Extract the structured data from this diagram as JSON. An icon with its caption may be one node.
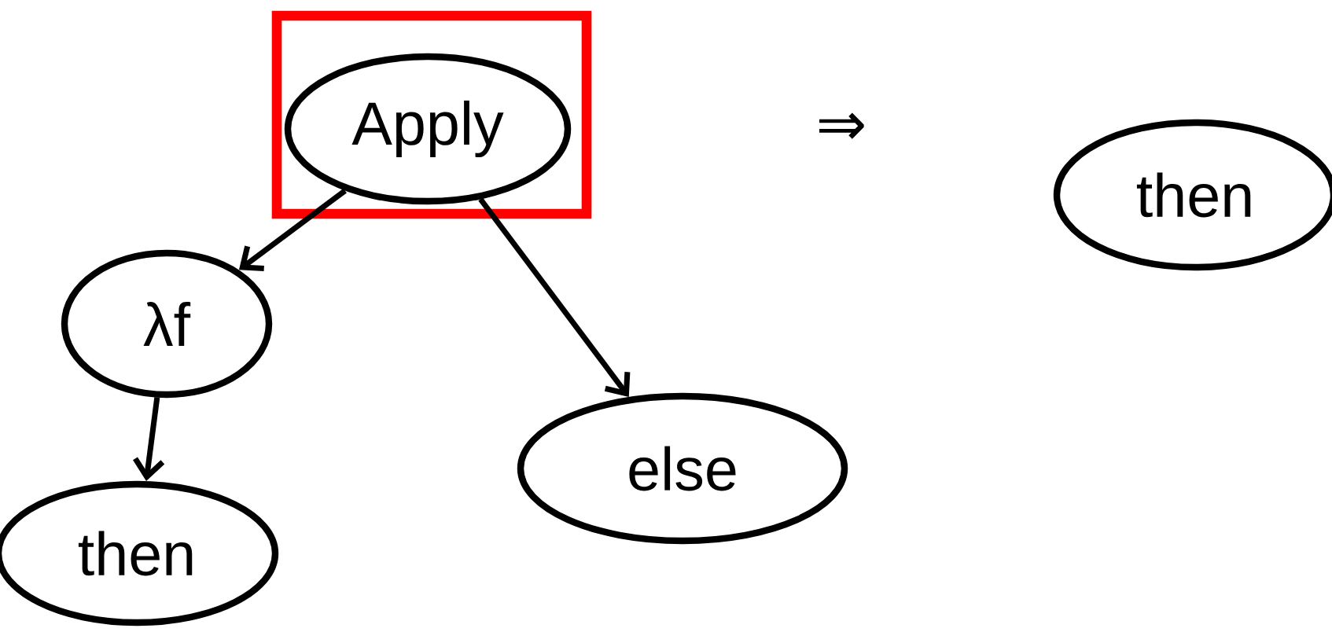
{
  "diagram": {
    "nodes": [
      {
        "text": [],
        "shape": "box"
      },
      {
        "text": [
          "Apply"
        ],
        "in": 0
      },
      {
        "text": [
          "λf"
        ]
      },
      {
        "text": [
          "else"
        ]
      },
      {
        "text": [
          "then"
        ]
      },
      {
        "text": [
          "then"
        ]
      }
    ],
    "edges": [
      {
        "from": 1,
        "to": 2,
        "arrow": "to"
      },
      {
        "from": 1,
        "to": 3,
        "arrow": "to"
      },
      {
        "from": 2,
        "to": 4,
        "arrow": "to"
      }
    ],
    "labels": [
      "⇒"
    ]
  }
}
